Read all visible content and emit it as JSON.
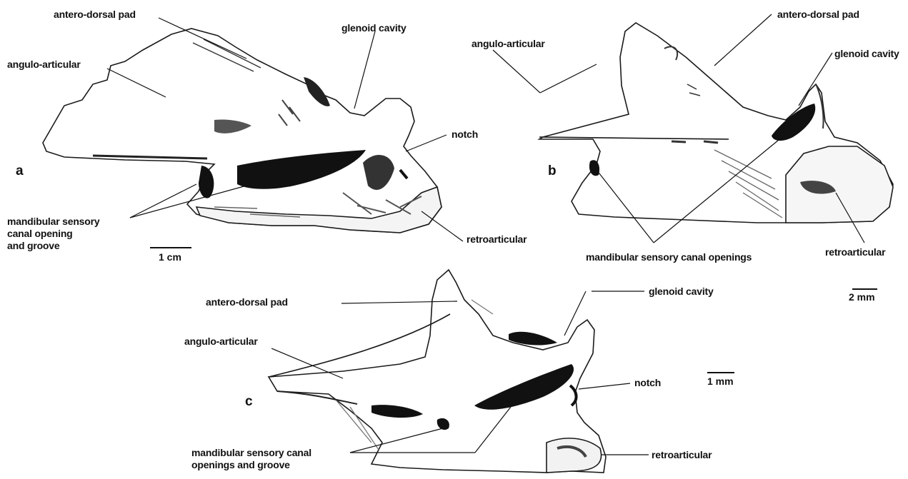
{
  "panels": {
    "a": {
      "letter": "a",
      "labels": {
        "antero_dorsal_pad": "antero-dorsal pad",
        "glenoid_cavity": "glenoid cavity",
        "angulo_articular": "angulo-articular",
        "notch": "notch",
        "mandibular_canal_line1": "mandibular sensory",
        "mandibular_canal_line2": "canal opening",
        "mandibular_canal_line3": "and groove",
        "retroarticular": "retroarticular"
      },
      "scale_bar": "1 cm"
    },
    "b": {
      "letter": "b",
      "labels": {
        "antero_dorsal_pad": "antero-dorsal pad",
        "angulo_articular": "angulo-articular",
        "glenoid_cavity": "glenoid cavity",
        "mandibular_canal_openings": "mandibular sensory canal openings",
        "retroarticular": "retroarticular"
      },
      "scale_bar": "2 mm"
    },
    "c": {
      "letter": "c",
      "labels": {
        "antero_dorsal_pad": "antero-dorsal pad",
        "glenoid_cavity": "glenoid cavity",
        "angulo_articular": "angulo-articular",
        "notch": "notch",
        "mandibular_canal_line1": "mandibular sensory canal",
        "mandibular_canal_line2": "openings and groove",
        "retroarticular": "retroarticular"
      },
      "scale_bar": "1 mm"
    }
  }
}
